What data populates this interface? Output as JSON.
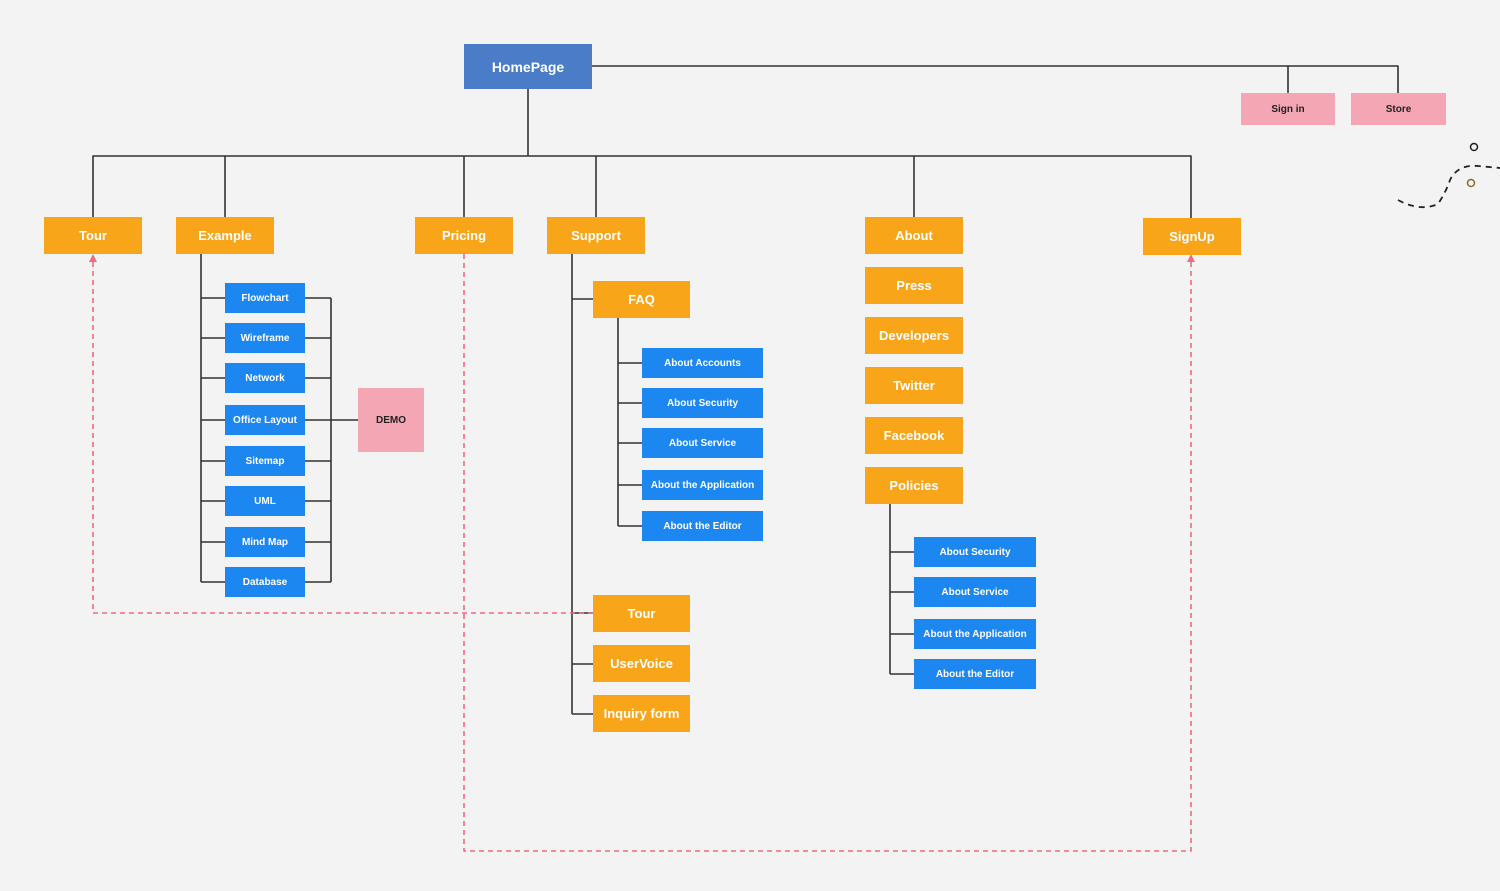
{
  "colors": {
    "root": "#4a7cc7",
    "section": "#f9a51a",
    "page": "#1c87f0",
    "auxiliary": "#f5a6b5",
    "connector": "#333333",
    "cross_link": "#ef6b7e"
  },
  "nodes": {
    "homepage": "HomePage",
    "sign_in": "Sign in",
    "store": "Store",
    "tour": "Tour",
    "example": "Example",
    "pricing": "Pricing",
    "support": "Support",
    "about": "About",
    "signup": "SignUp",
    "demo": "DEMO",
    "example_children": [
      "Flowchart",
      "Wireframe",
      "Network",
      "Office Layout",
      "Sitemap",
      "UML",
      "Mind Map",
      "Database"
    ],
    "faq": "FAQ",
    "faq_children": [
      "About Accounts",
      "About Security",
      "About Service",
      "About the Application",
      "About the Editor"
    ],
    "support_tour": "Tour",
    "uservoice": "UserVoice",
    "inquiry_form": "Inquiry form",
    "about_children": [
      "Press",
      "Developers",
      "Twitter",
      "Facebook",
      "Policies"
    ],
    "policies_children": [
      "About Security",
      "About Service",
      "About the Application",
      "About the Editor"
    ]
  }
}
